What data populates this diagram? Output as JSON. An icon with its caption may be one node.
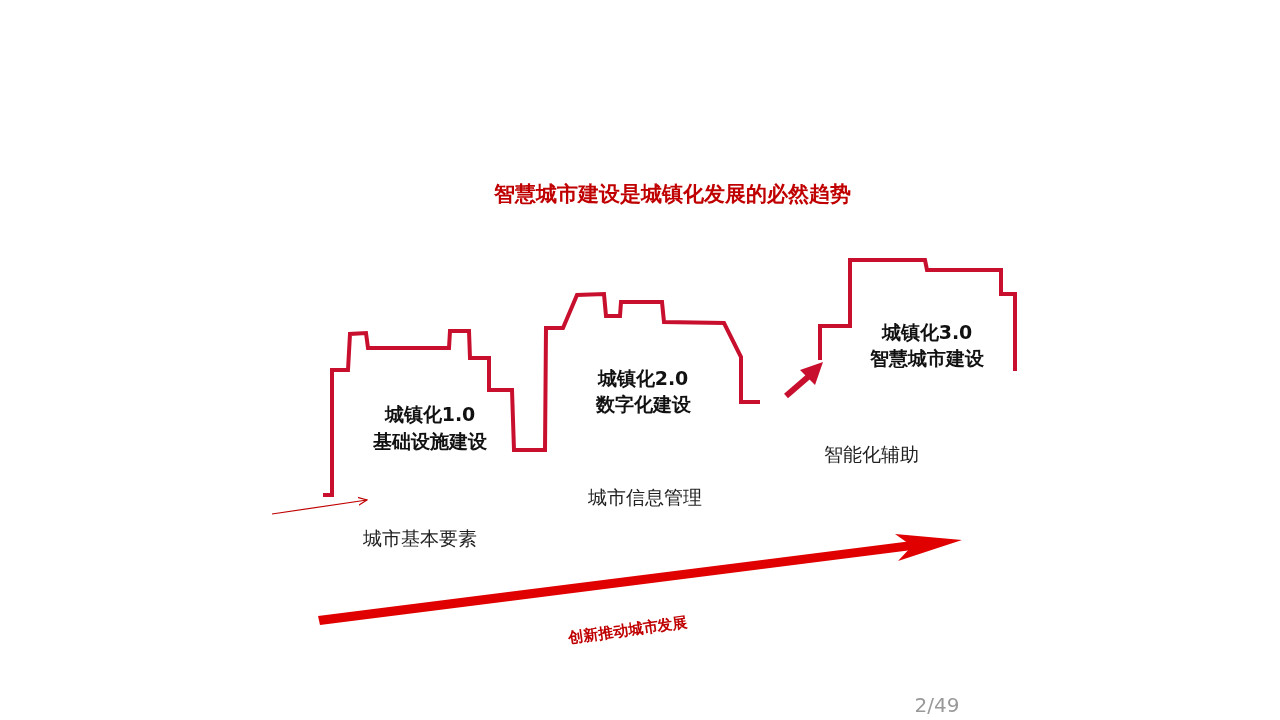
{
  "diagram": {
    "title": "智慧城市建设是城镇化发展的必然趋势",
    "labels": [
      "城镇化3.0",
      "智慧城市建设",
      "城镇化2.0",
      "数字化建设",
      "城镇化1.0",
      "基础设施建设",
      "智能化辅助",
      "城市信息管理",
      "城市基本要素",
      "创新推动城市发展",
      "2/49"
    ]
  }
}
